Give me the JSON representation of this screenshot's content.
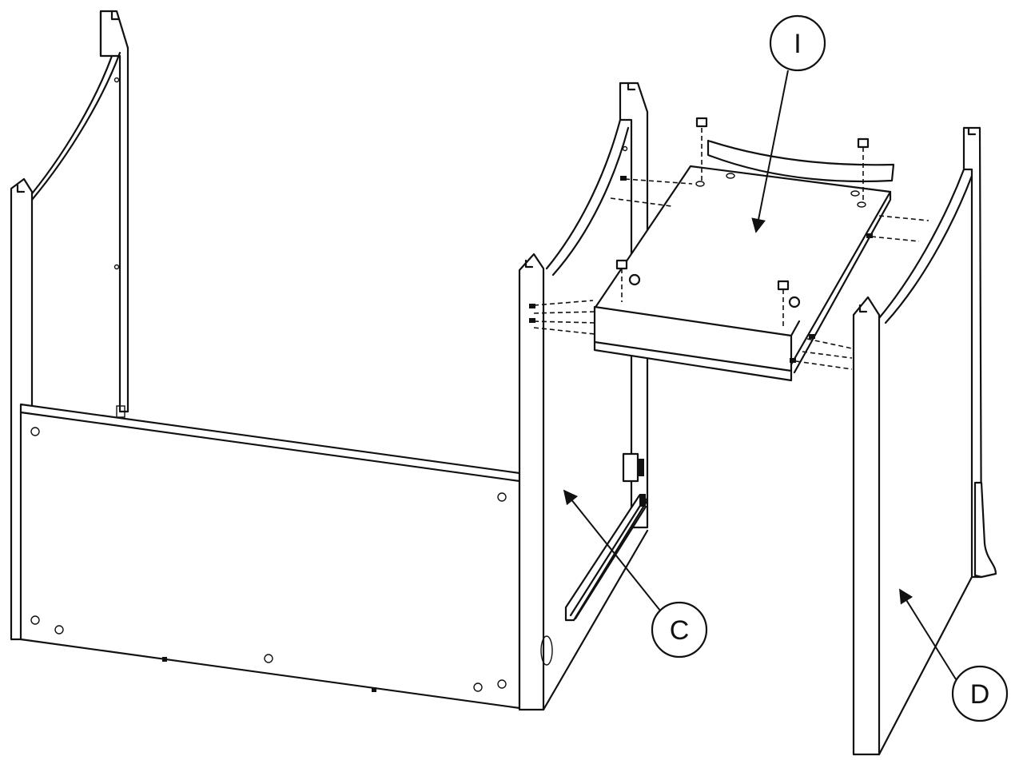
{
  "callouts": {
    "i": "I",
    "c": "C",
    "d": "D"
  },
  "colors": {
    "line": "#111111",
    "background": "#ffffff"
  }
}
